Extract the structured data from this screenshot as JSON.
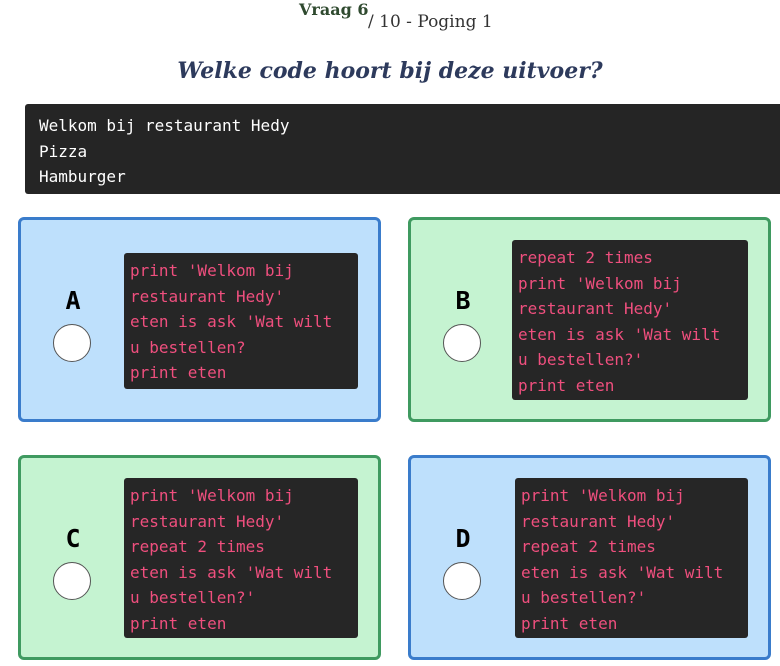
{
  "header": {
    "question_label": "Vraag 6",
    "question_total": "/ 10 - Poging 1"
  },
  "prompt": "Welke code hoort bij deze uitvoer?",
  "output_lines": [
    "Welkom bij restaurant Hedy",
    "Pizza",
    "Hamburger"
  ],
  "options": [
    {
      "letter": "A",
      "color": "#bee0fc",
      "code_lines": [
        "print 'Welkom bij",
        "restaurant Hedy'",
        "eten is ask 'Wat wilt",
        "u bestellen?",
        "print eten"
      ]
    },
    {
      "letter": "B",
      "color": "#c5f3d1",
      "code_lines": [
        "repeat 2 times",
        "print 'Welkom bij",
        "restaurant Hedy'",
        "eten is ask 'Wat wilt",
        "u bestellen?'",
        "print eten"
      ]
    },
    {
      "letter": "C",
      "color": "#c5f3d1",
      "code_lines": [
        "print 'Welkom bij",
        "restaurant Hedy'",
        "repeat 2 times",
        "eten is ask 'Wat wilt",
        "u bestellen?'",
        "print eten"
      ]
    },
    {
      "letter": "D",
      "color": "#bee0fc",
      "code_lines": [
        "print 'Welkom bij",
        "restaurant Hedy'",
        "repeat 2 times",
        "eten is ask 'Wat wilt",
        "u bestellen?'",
        "print eten"
      ]
    }
  ],
  "colors": {
    "code_text": "#ef4f7e",
    "blue_border": "#3a7ccb",
    "green_border": "#3f9a60"
  }
}
